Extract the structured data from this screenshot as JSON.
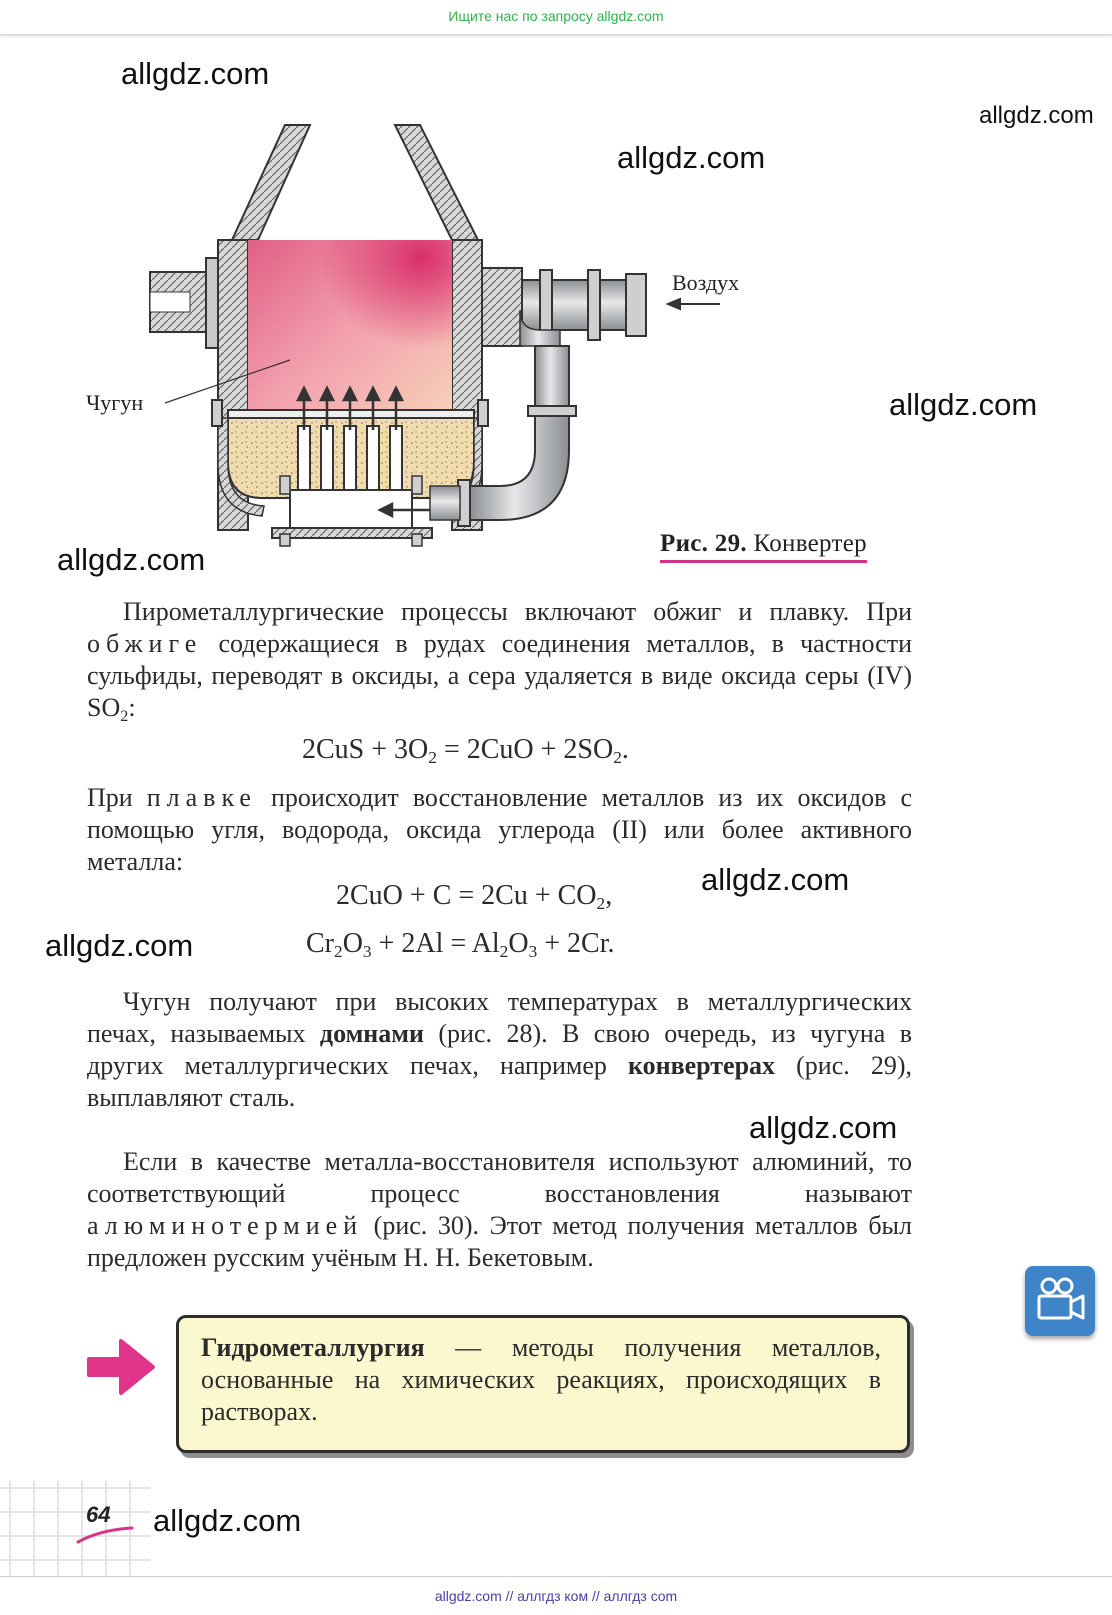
{
  "top_banner": "Ищите нас по запросу allgdz.com",
  "watermark": "allgdz.com",
  "figure": {
    "label_cast_iron": "Чугун",
    "label_air": "Воздух",
    "caption_number": "Рис. 29.",
    "caption_title": "Конвертер"
  },
  "paragraph1": {
    "part1": "Пирометаллургические процессы включают обжиг и плавку. При ",
    "spaced": "обжиге",
    "part2": " содержащиеся в рудах соединения металлов, в частности сульфиды, переводят в оксиды, а сера удаляется в виде оксида серы (IV) SO",
    "sub": "2",
    "end": ":"
  },
  "equation1": {
    "a": "2CuS + 3O",
    "a_sub": "2",
    "b": " = 2CuO + 2SO",
    "b_sub": "2",
    "end": "."
  },
  "paragraph2": {
    "start": "При ",
    "spaced": "плавке",
    "rest": " происходит восстановление металлов из их оксидов с помощью угля, водорода, оксида углерода (II) или более активного металла:"
  },
  "equation2": {
    "a": "2CuO + C = 2Cu + CO",
    "a_sub": "2",
    "end": ","
  },
  "equation3": {
    "p1": "Cr",
    "s1": "2",
    "p2": "O",
    "s2": "3",
    "p3": " + 2Al = Al",
    "s3": "2",
    "p4": "O",
    "s4": "3",
    "p5": " + 2Cr."
  },
  "paragraph3": {
    "part1": "Чугун получают при высоких температурах в металлургических печах, называемых ",
    "bold1": "домнами",
    "part2": " (рис. 28). В свою очередь, из чугуна в других металлургических печах, например ",
    "bold2": "конвертерах",
    "part3": " (рис. 29), выплавляют сталь."
  },
  "paragraph4": {
    "part1": "Если в качестве металла-восстановителя используют алюминий, то соответствующий процесс восстановления называют ",
    "spaced": "алюминотермией",
    "part2": " (рис. 30). Этот метод получения металлов был предложен русским учёным Н. Н. Бекетовым."
  },
  "definition": {
    "term": "Гидрометаллургия",
    "text": " — методы получения металлов, основанные на химических реакциях, происходящих в растворах."
  },
  "page_number": "64",
  "footer": "allgdz.com  //  аллгдз ком  //  аллгдз com",
  "colors": {
    "accent_pink": "#e0338a",
    "banner_green": "#2fb34a",
    "video_button": "#3f84c8",
    "definition_bg": "#fbf7cf"
  },
  "icons": {
    "arrow": "pink-right-arrow-icon",
    "video": "video-camera-icon"
  }
}
